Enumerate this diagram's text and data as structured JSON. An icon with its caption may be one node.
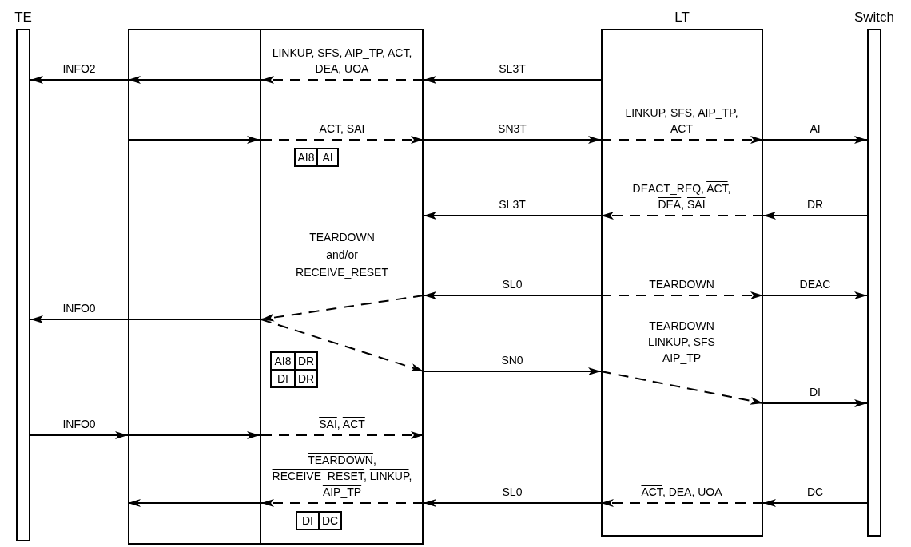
{
  "diagram": {
    "nodes": [
      {
        "text": [
          "TE"
        ]
      },
      {
        "text": [],
        "shape": "box"
      },
      {
        "text": [],
        "shape": "box"
      },
      {
        "text": [
          "LT"
        ]
      },
      {
        "text": [
          "Switch"
        ]
      },
      {
        "text": [
          "AI8"
        ],
        "in": 2
      },
      {
        "text": [
          "AI"
        ],
        "in": 2
      },
      {
        "text": [
          "AI8"
        ],
        "in": 2
      },
      {
        "text": [
          "DR"
        ],
        "in": 2
      },
      {
        "text": [
          "DI"
        ],
        "in": 2
      },
      {
        "text": [
          "DR"
        ],
        "in": 2
      },
      {
        "text": [
          "DI"
        ],
        "in": 2
      },
      {
        "text": [
          "DC"
        ],
        "in": 2
      }
    ],
    "edges": [
      {
        "from": 3,
        "to": 2,
        "arrow": "to",
        "label": "SL3T"
      },
      {
        "from": 2,
        "to": 1,
        "arrow": "to",
        "style": "dashed",
        "label": "LINKUP, SFS, AIP_TP, ACT, DEA, UOA"
      },
      {
        "from": 2,
        "to": 1,
        "arrow": "to"
      },
      {
        "from": 1,
        "to": 0,
        "arrow": "to",
        "label": "INFO2"
      },
      {
        "from": 1,
        "to": 2,
        "arrow": "to"
      },
      {
        "from": 1,
        "to": 2,
        "arrow": "to",
        "style": "dashed",
        "label": "ACT, SAI"
      },
      {
        "from": 2,
        "to": 3,
        "arrow": "to",
        "label": "SN3T"
      },
      {
        "from": null,
        "to": 3,
        "arrow": "to",
        "style": "dashed",
        "label": "LINKUP, SFS, AIP_TP, ACT"
      },
      {
        "from": 3,
        "to": 4,
        "arrow": "to",
        "label": "AI"
      },
      {
        "from": 4,
        "to": 3,
        "arrow": "to",
        "label": "DR"
      },
      {
        "from": null,
        "to": 3,
        "arrow": "to",
        "style": "dashed",
        "label": "DEACT_REQ, ACT, DEA, SAI"
      },
      {
        "from": 3,
        "to": 2,
        "arrow": "to",
        "label": "SL3T"
      },
      {
        "from": 3,
        "to": 2,
        "arrow": "to",
        "label": "SL0"
      },
      {
        "from": 2,
        "to": 1,
        "arrow": "to",
        "style": "dashed"
      },
      {
        "from": 1,
        "to": 0,
        "arrow": "to",
        "label": "INFO0"
      },
      {
        "from": null,
        "to": 3,
        "arrow": "to",
        "style": "dashed",
        "label": "TEARDOWN"
      },
      {
        "from": 3,
        "to": 4,
        "arrow": "to",
        "label": "DEAC"
      },
      {
        "from": 1,
        "to": 2,
        "arrow": "to",
        "style": "dashed"
      },
      {
        "from": 2,
        "to": 3,
        "arrow": "to",
        "label": "SN0"
      },
      {
        "from": null,
        "to": 3,
        "arrow": "to",
        "style": "dashed",
        "label": "TEARDOWN LINKUP, SFS AIP_TP"
      },
      {
        "from": 3,
        "to": 4,
        "arrow": "to",
        "label": "DI"
      },
      {
        "from": 0,
        "to": 1,
        "arrow": "to",
        "label": "INFO0"
      },
      {
        "from": 1,
        "to": 2,
        "arrow": "to"
      },
      {
        "from": 1,
        "to": 2,
        "arrow": "to",
        "style": "dashed",
        "label": "SAI, ACT"
      },
      {
        "from": 4,
        "to": 3,
        "arrow": "to",
        "label": "DC"
      },
      {
        "from": null,
        "to": 3,
        "arrow": "to",
        "style": "dashed",
        "label": "ACT, DEA, UOA"
      },
      {
        "from": 3,
        "to": 2,
        "arrow": "to",
        "label": "SL0"
      },
      {
        "from": 2,
        "to": 1,
        "arrow": "to",
        "style": "dashed",
        "label": "TEARDOWN, RECEIVE_RESET, LINKUP, AIP_TP"
      },
      {
        "from": null,
        "to": 1,
        "arrow": "to"
      }
    ],
    "labels": [
      "TEARDOWN and/or RECEIVE_RESET"
    ]
  }
}
